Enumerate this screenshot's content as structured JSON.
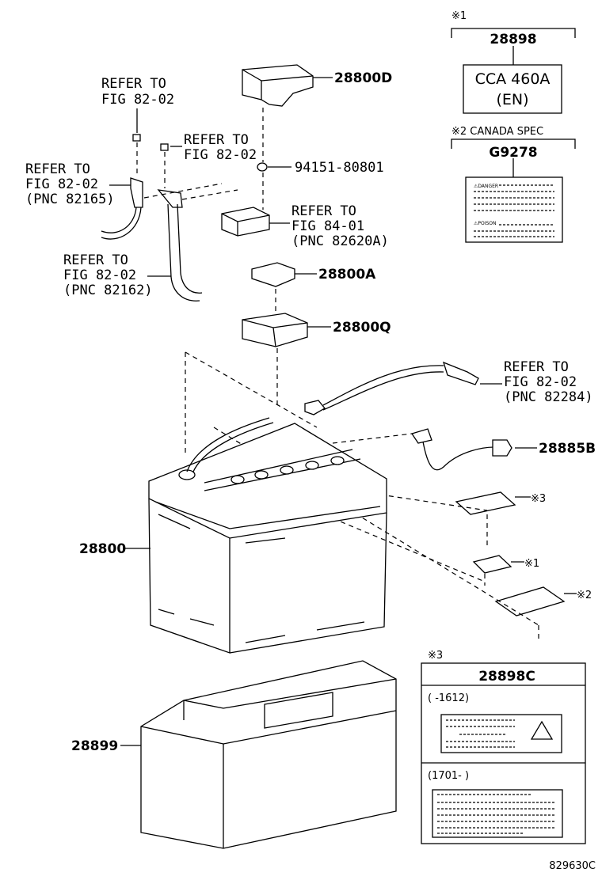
{
  "refs": {
    "ref_top": [
      "REFER TO",
      "FIG 82-02"
    ],
    "ref_mid": [
      "REFER TO",
      "FIG 82-02"
    ],
    "ref_left": [
      "REFER TO",
      "FIG 82-02",
      "(PNC 82165)"
    ],
    "ref_cable": [
      "REFER TO",
      "FIG 82-02",
      "(PNC 82162)"
    ],
    "ref_fig84": [
      "REFER TO",
      "FIG 84-01",
      "(PNC 82620A)"
    ],
    "ref_right": [
      "REFER TO",
      "FIG 82-02",
      "(PNC 82284)"
    ]
  },
  "parts": {
    "p28800D": "28800D",
    "p94151": "94151-80801",
    "p28800A": "28800A",
    "p28800Q": "28800Q",
    "p28885B": "28885B",
    "p28800": "28800",
    "p28899": "28899"
  },
  "marks": {
    "m3": "※3",
    "m1": "※1",
    "m2": "※2"
  },
  "box1": {
    "mark": "※1",
    "part": "28898",
    "line1": "CCA 460A",
    "line2": "(EN)"
  },
  "box2": {
    "mark": "※2 CANADA SPEC",
    "part": "G9278",
    "danger": "⚠DANGER",
    "poison": "⚠POISON"
  },
  "box3": {
    "mark": "※3",
    "part": "28898C",
    "range1": "(      -1612)",
    "range2": "(1701-      )"
  },
  "figure_id": "829630C"
}
